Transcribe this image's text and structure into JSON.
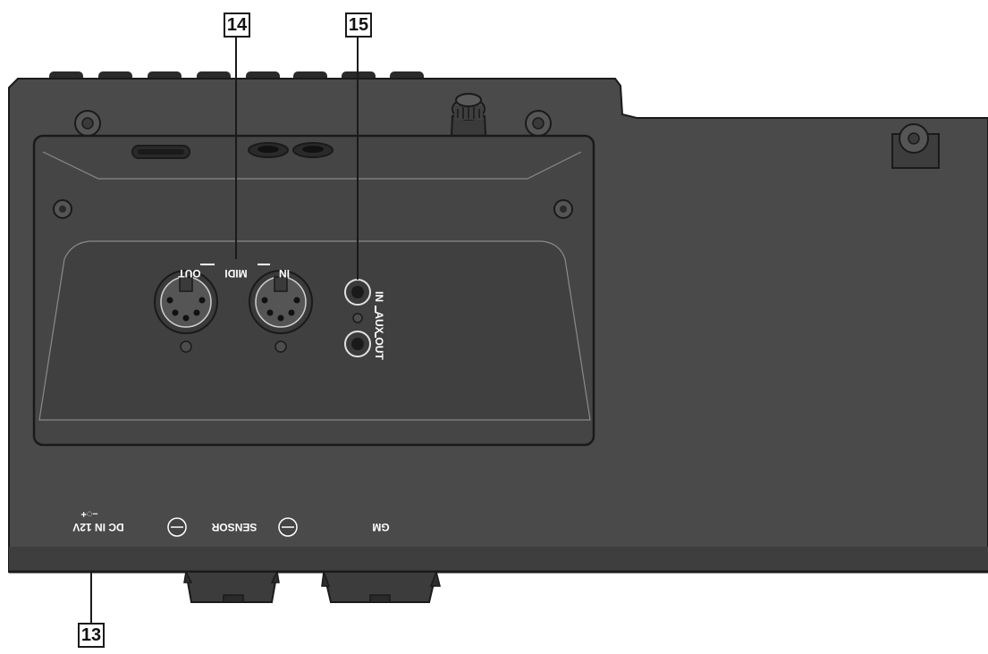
{
  "callouts": {
    "midi": "14",
    "aux": "15",
    "dc_in": "13"
  },
  "panel_labels": {
    "midi_out": "OUT",
    "midi": "MIDI",
    "midi_in": "IN",
    "aux_in": "IN",
    "aux": "AUX",
    "aux_out": "OUT",
    "dc_in": "DC IN 12V",
    "dc_polarity": "–◌+",
    "sensor": "SENSOR",
    "gm": "GM"
  },
  "colors": {
    "body": "#4a4a4a",
    "body_dark": "#2f2f2f",
    "panel": "#454545",
    "outline": "#1a1a1a",
    "panel_text": "#ffffff"
  }
}
